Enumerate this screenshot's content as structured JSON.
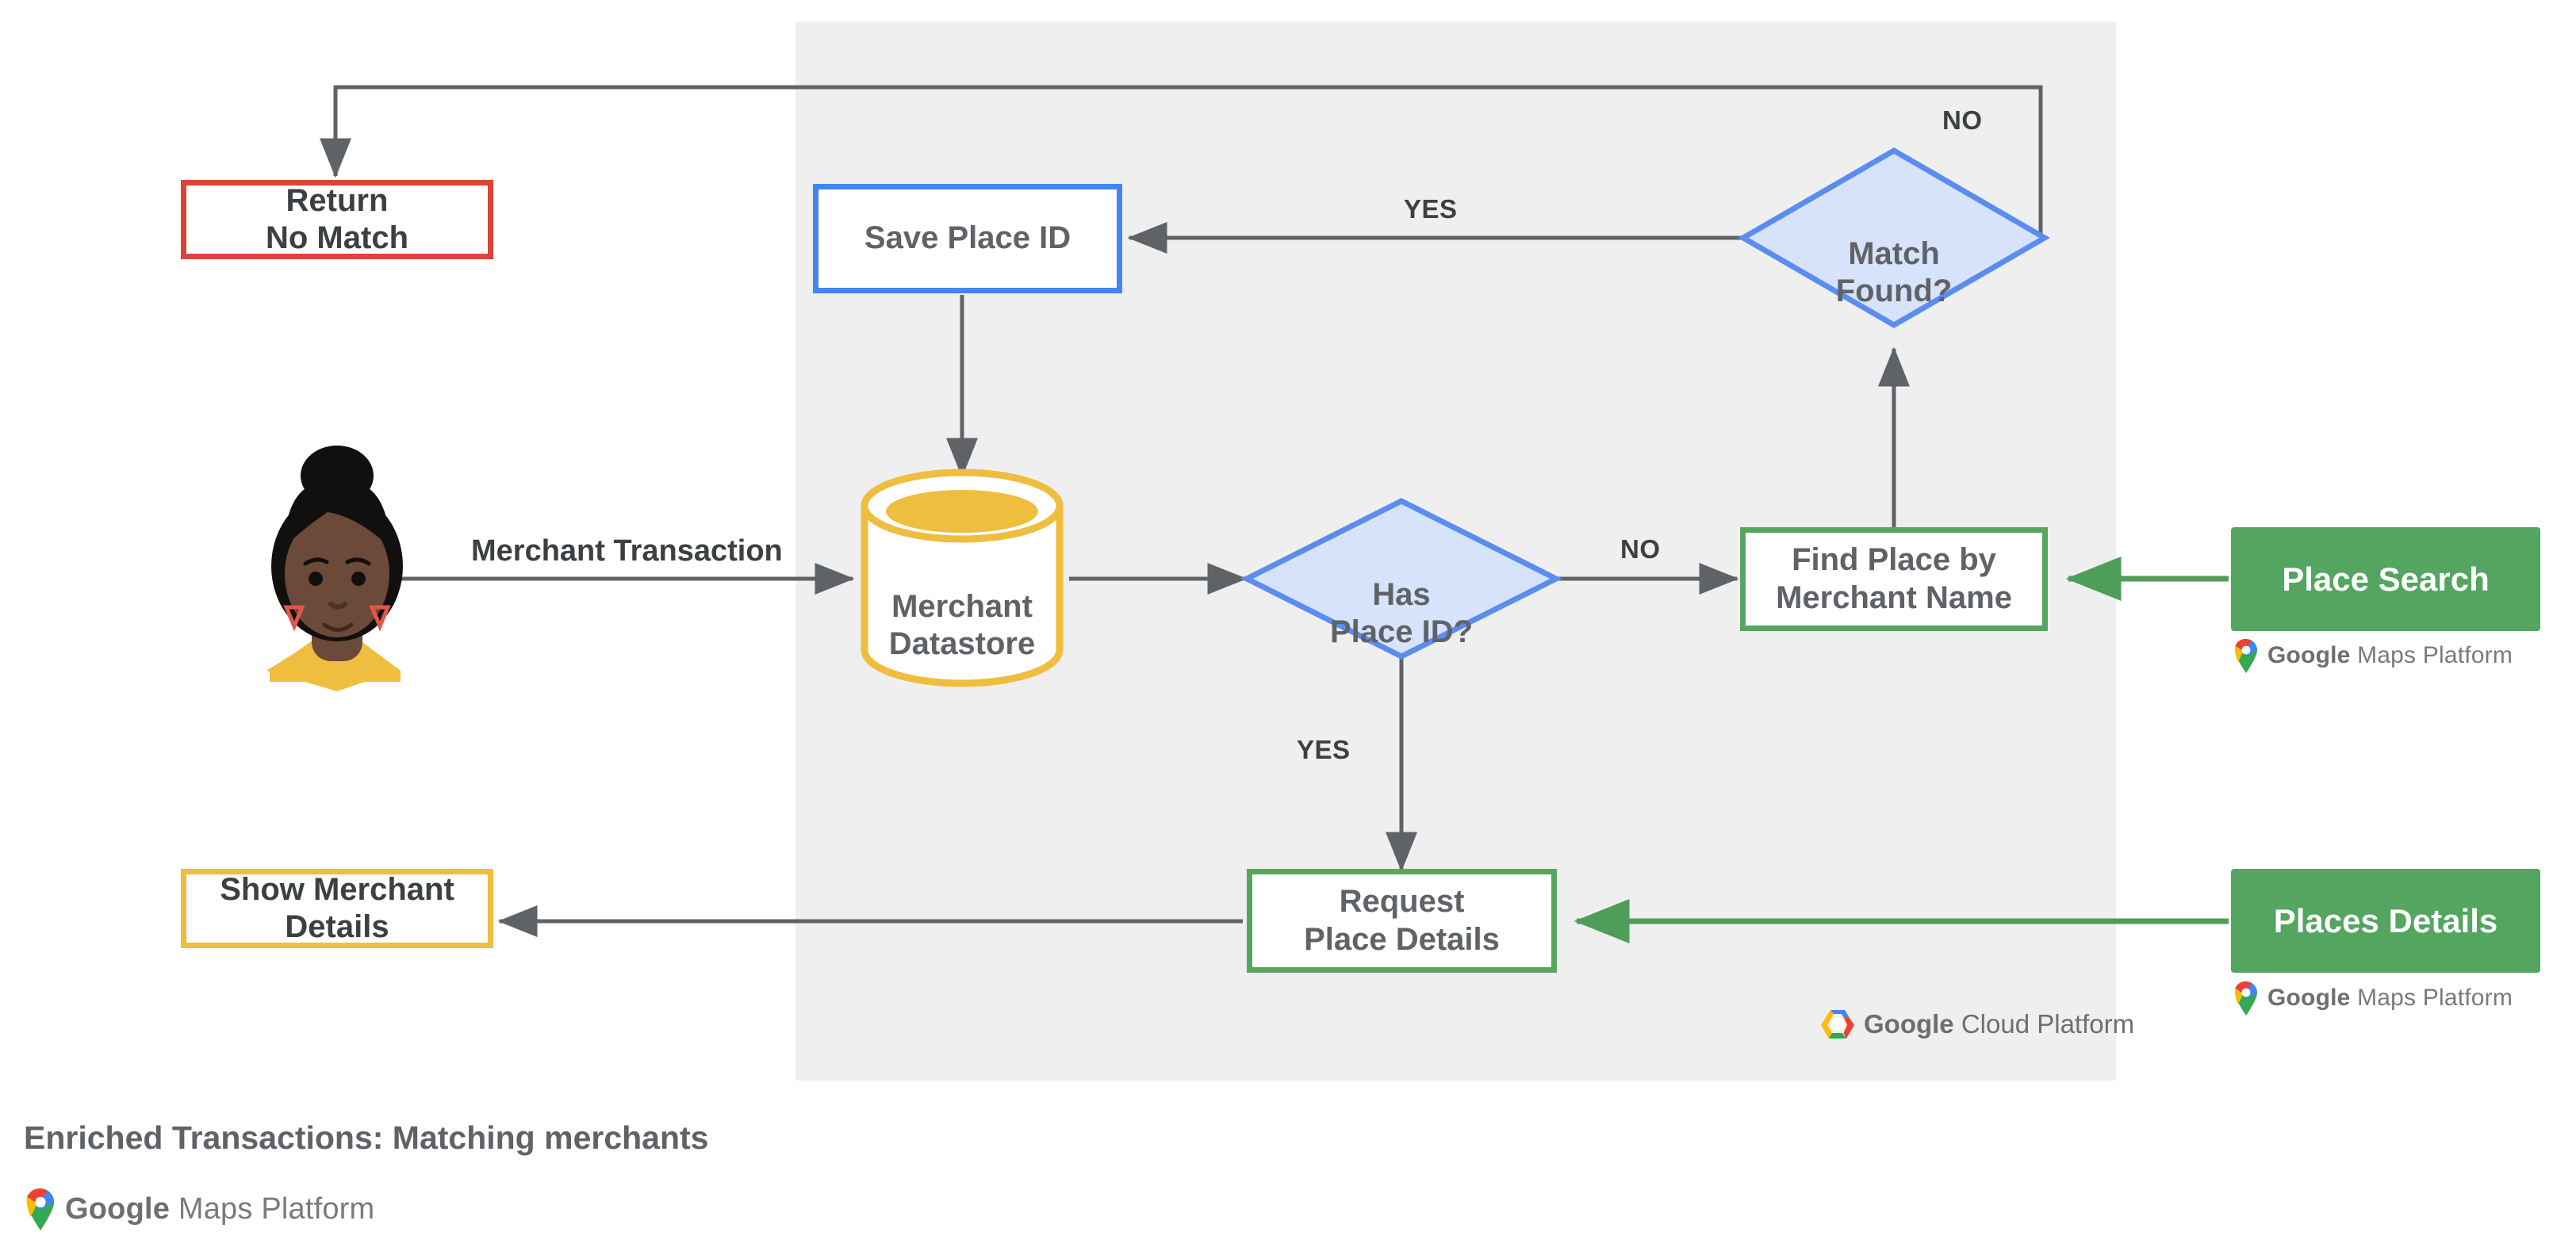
{
  "diagram": {
    "caption": "Enriched Transactions: Matching merchants",
    "panel_label": "Google Cloud Platform",
    "brand": {
      "maps_platform": "Google Maps Platform",
      "google_word": "Google",
      "maps_word": " Maps Platform",
      "cloud_word": " Cloud Platform"
    },
    "colors": {
      "red": "#DB4437",
      "blue": "#4285F4",
      "green": "#56A65F",
      "green_fill": "#53A55F",
      "amber": "#EFBE3E",
      "panel_gray": "#EFEFEF",
      "line_gray": "#5F6368",
      "diamond_fill": "#D7E3FB",
      "text_gray": "#5F6368"
    },
    "nodes": [
      {
        "id": "return-no-match",
        "label": "Return\nNo Match",
        "shape": "rect-outline",
        "style": "red"
      },
      {
        "id": "save-place-id",
        "label": "Save Place ID",
        "shape": "rect-outline",
        "style": "blue"
      },
      {
        "id": "match-found",
        "label": "Match\nFound?",
        "shape": "diamond",
        "style": "blue"
      },
      {
        "id": "merchant-datastore",
        "label": "Merchant\nDatastore",
        "shape": "cylinder",
        "style": "amber"
      },
      {
        "id": "has-place-id",
        "label": "Has\nPlace ID?",
        "shape": "diamond",
        "style": "blue"
      },
      {
        "id": "find-place",
        "label": "Find Place by\nMerchant Name",
        "shape": "rect-outline",
        "style": "green"
      },
      {
        "id": "place-search",
        "label": "Place Search",
        "shape": "rect-filled",
        "style": "green_fill"
      },
      {
        "id": "request-details",
        "label": "Request\nPlace Details",
        "shape": "rect-outline",
        "style": "green"
      },
      {
        "id": "places-details",
        "label": "Places Details",
        "shape": "rect-filled",
        "style": "green_fill"
      },
      {
        "id": "show-merchant",
        "label": "Show Merchant\nDetails",
        "shape": "rect-outline",
        "style": "amber"
      },
      {
        "id": "user-avatar",
        "label": "",
        "shape": "avatar",
        "style": "none"
      }
    ],
    "edge_labels": [
      {
        "id": "merchant-transaction",
        "text": "Merchant Transaction"
      },
      {
        "id": "yes-match-found",
        "text": "YES"
      },
      {
        "id": "no-match-found",
        "text": "NO"
      },
      {
        "id": "no-has-place-id",
        "text": "NO"
      },
      {
        "id": "yes-has-place-id",
        "text": "YES"
      }
    ]
  }
}
